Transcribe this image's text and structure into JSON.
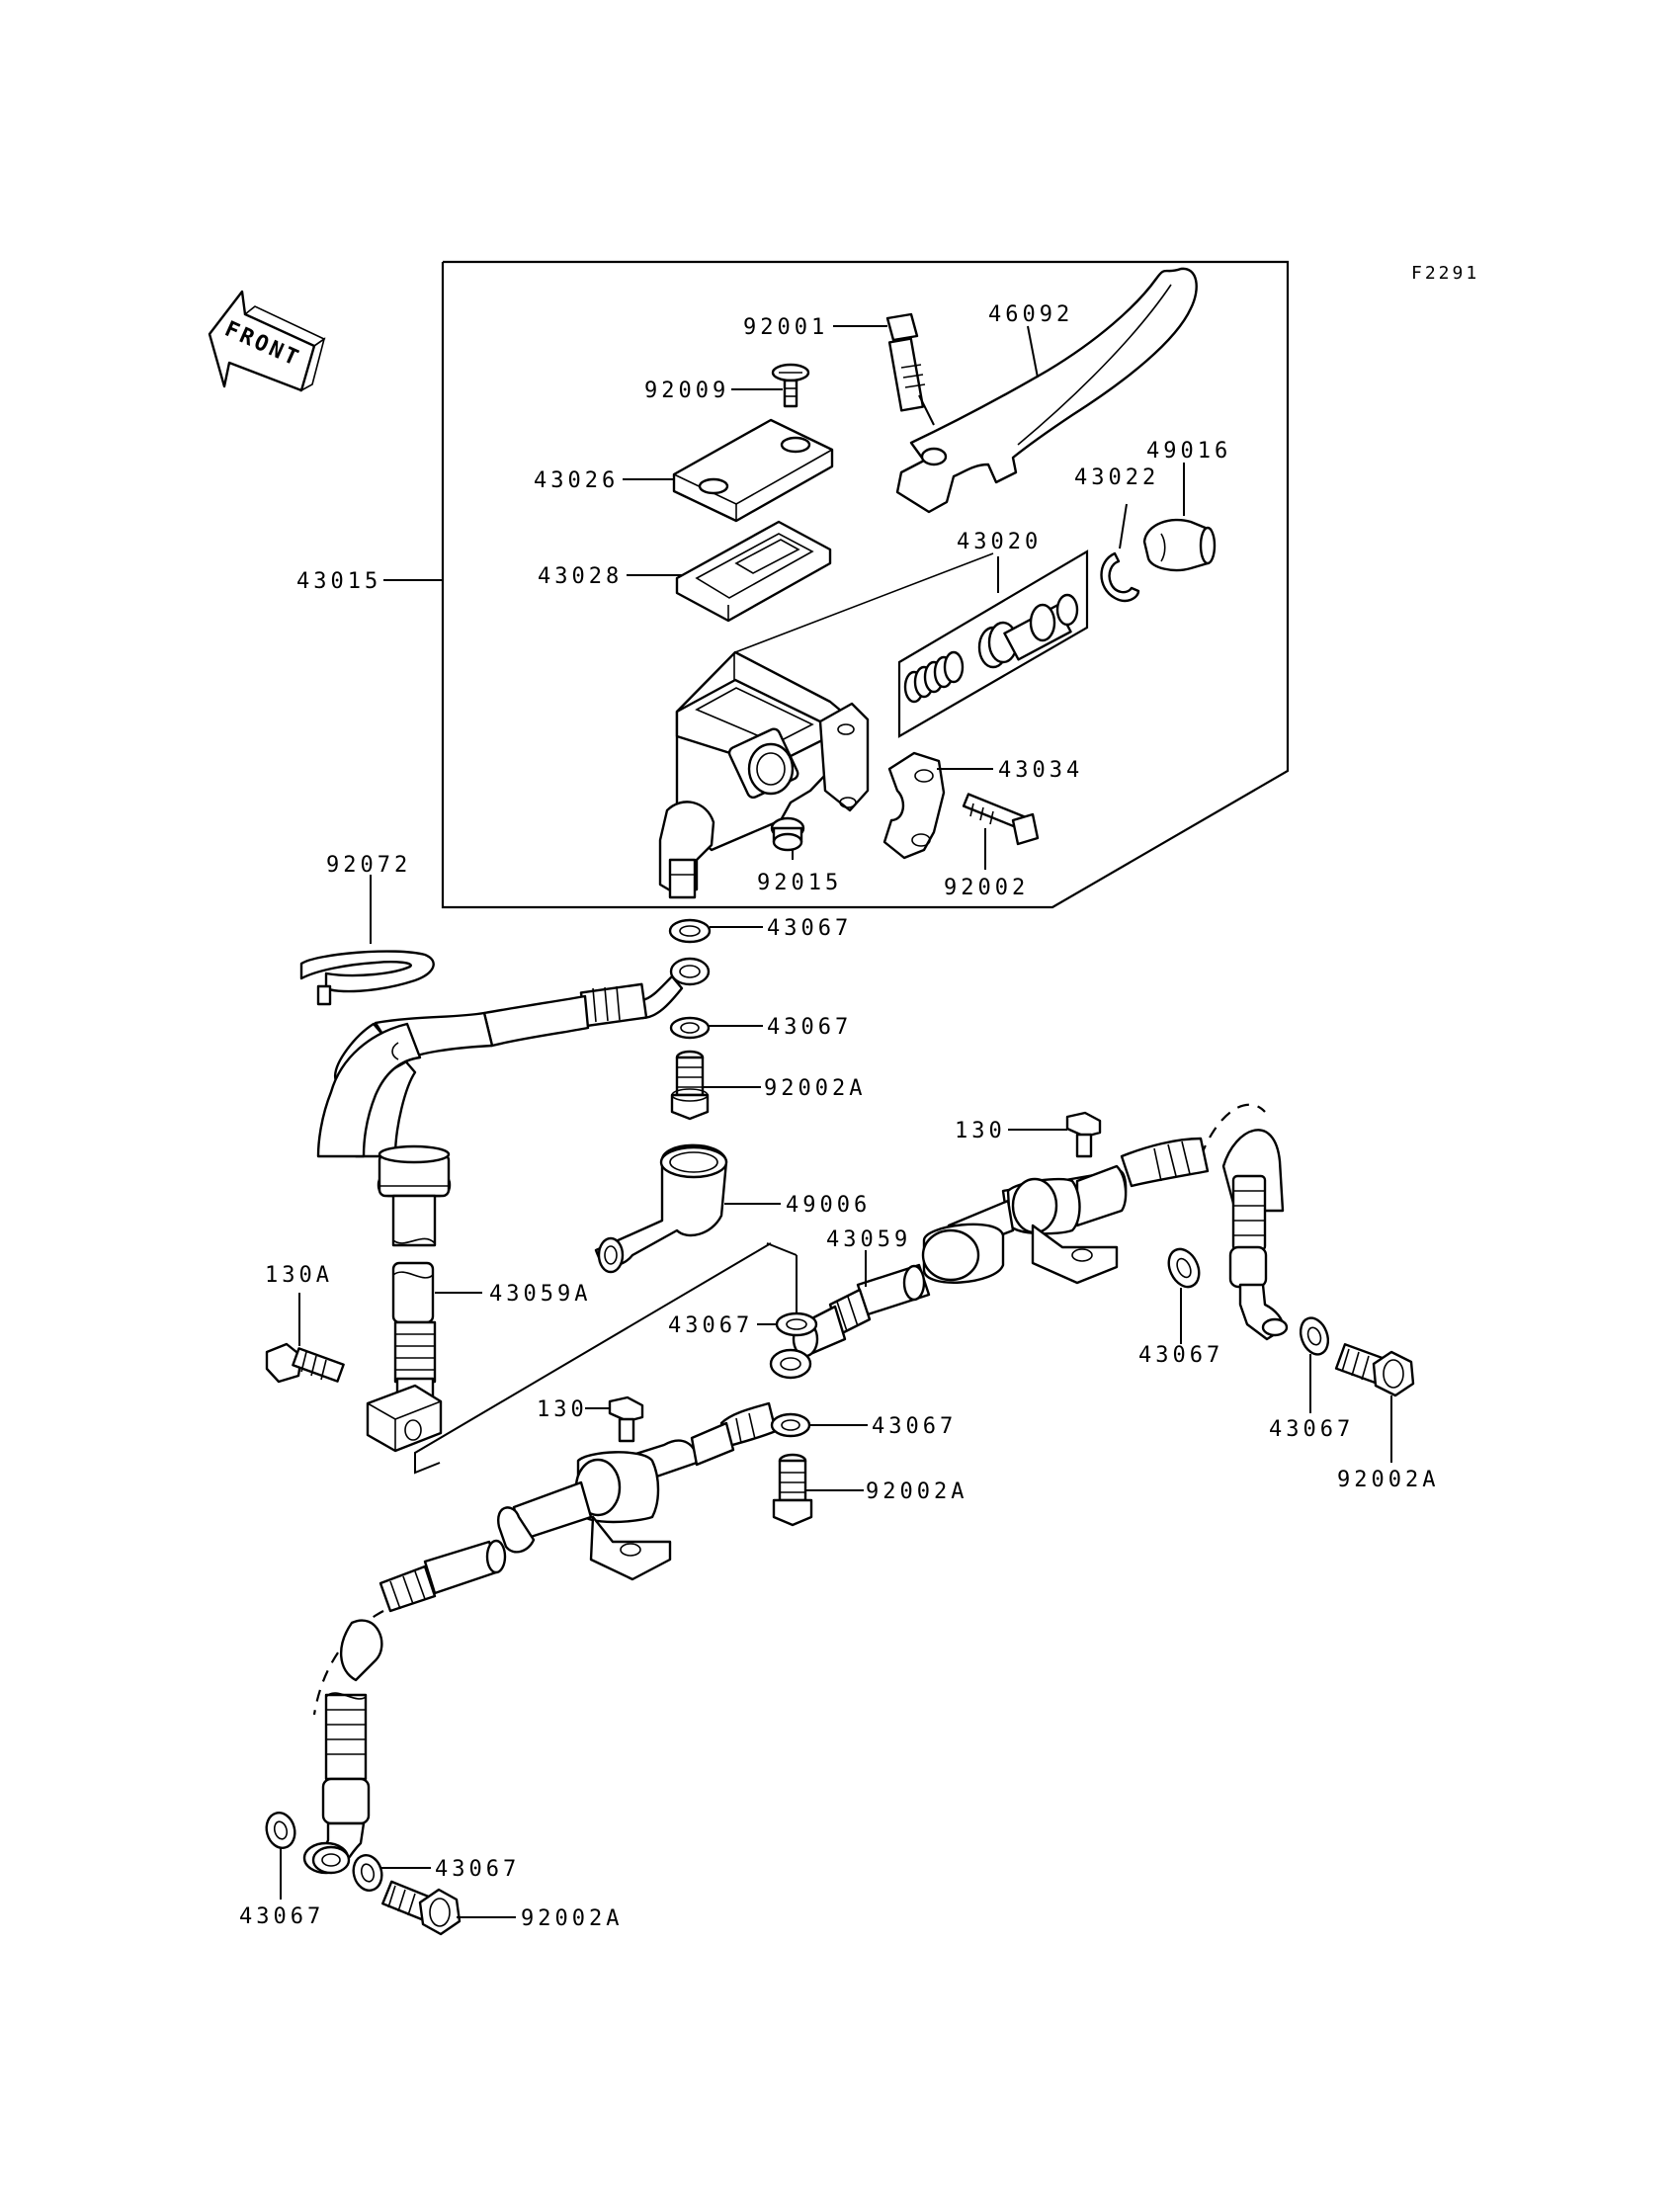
{
  "figure_code": "F2291",
  "front_arrow": {
    "label": "FRONT",
    "icon": "front-arrow-icon"
  },
  "labels": {
    "p92001": "92001",
    "p46092": "46092",
    "p92009": "92009",
    "p43026": "43026",
    "p49016": "49016",
    "p43022": "43022",
    "p43020": "43020",
    "p43015": "43015",
    "p43028": "43028",
    "p43034": "43034",
    "p92015": "92015",
    "p92002": "92002",
    "p92072": "92072",
    "p43067_a": "43067",
    "p43067_b": "43067",
    "p92002A_a": "92002A",
    "p130_a": "130",
    "p49006": "49006",
    "p43059": "43059",
    "p130A": "130A",
    "p43059A": "43059A",
    "p43067_c": "43067",
    "p43067_d": "43067",
    "p43067_e": "43067",
    "p130_b": "130",
    "p43067_f": "43067",
    "p92002A_b": "92002A",
    "p92002A_c": "92002A",
    "p43067_g": "43067",
    "p43067_h": "43067",
    "p92002A_d": "92002A"
  }
}
